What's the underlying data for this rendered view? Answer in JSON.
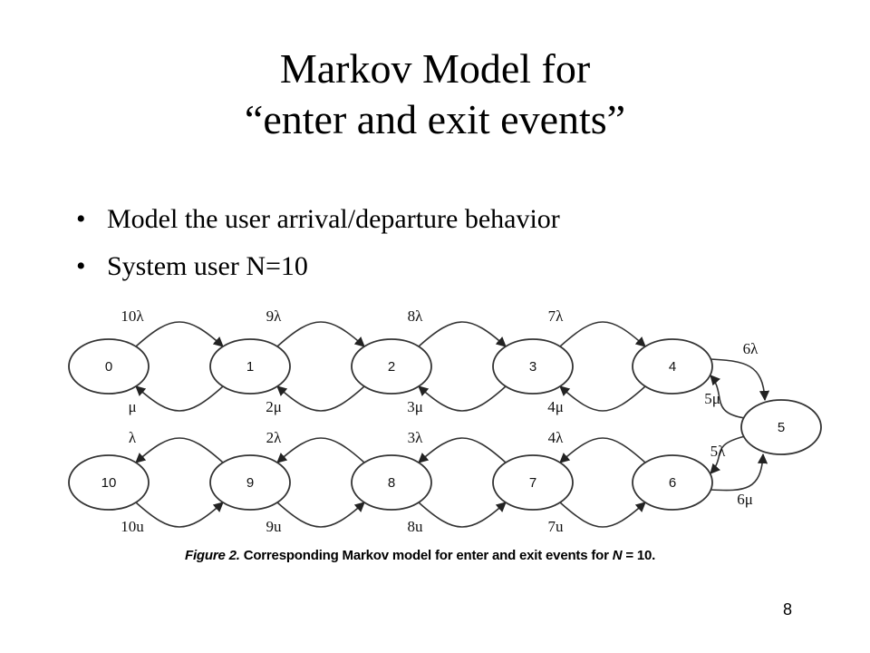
{
  "slide": {
    "title_line1": "Markov Model for",
    "title_line2": "“enter and exit events”",
    "bullets": [
      {
        "marker": "•",
        "text": "Model the user arrival/departure behavior"
      },
      {
        "marker": "•",
        "text": "System user N=10"
      }
    ],
    "page_number": "8"
  },
  "diagram": {
    "states": [
      "0",
      "1",
      "2",
      "3",
      "4",
      "5",
      "6",
      "7",
      "8",
      "9",
      "10"
    ],
    "top_row_arrival_rates": [
      "10λ",
      "9λ",
      "8λ",
      "7λ"
    ],
    "top_row_departure_rates": [
      "μ",
      "2μ",
      "3μ",
      "4μ"
    ],
    "right_rates": {
      "4_to_5": "6λ",
      "5_to_4": "5μ",
      "5_to_6": "5λ",
      "6_to_5": "6μ"
    },
    "bottom_row_arrival_rates": [
      "λ",
      "2λ",
      "3λ",
      "4λ"
    ],
    "bottom_row_departure_rates": [
      "10u",
      "9u",
      "8u",
      "7u"
    ],
    "caption": {
      "figure_label": "Figure 2.",
      "text": "Corresponding Markov model for enter and exit events for",
      "variable": "N",
      "tail": "= 10."
    }
  }
}
